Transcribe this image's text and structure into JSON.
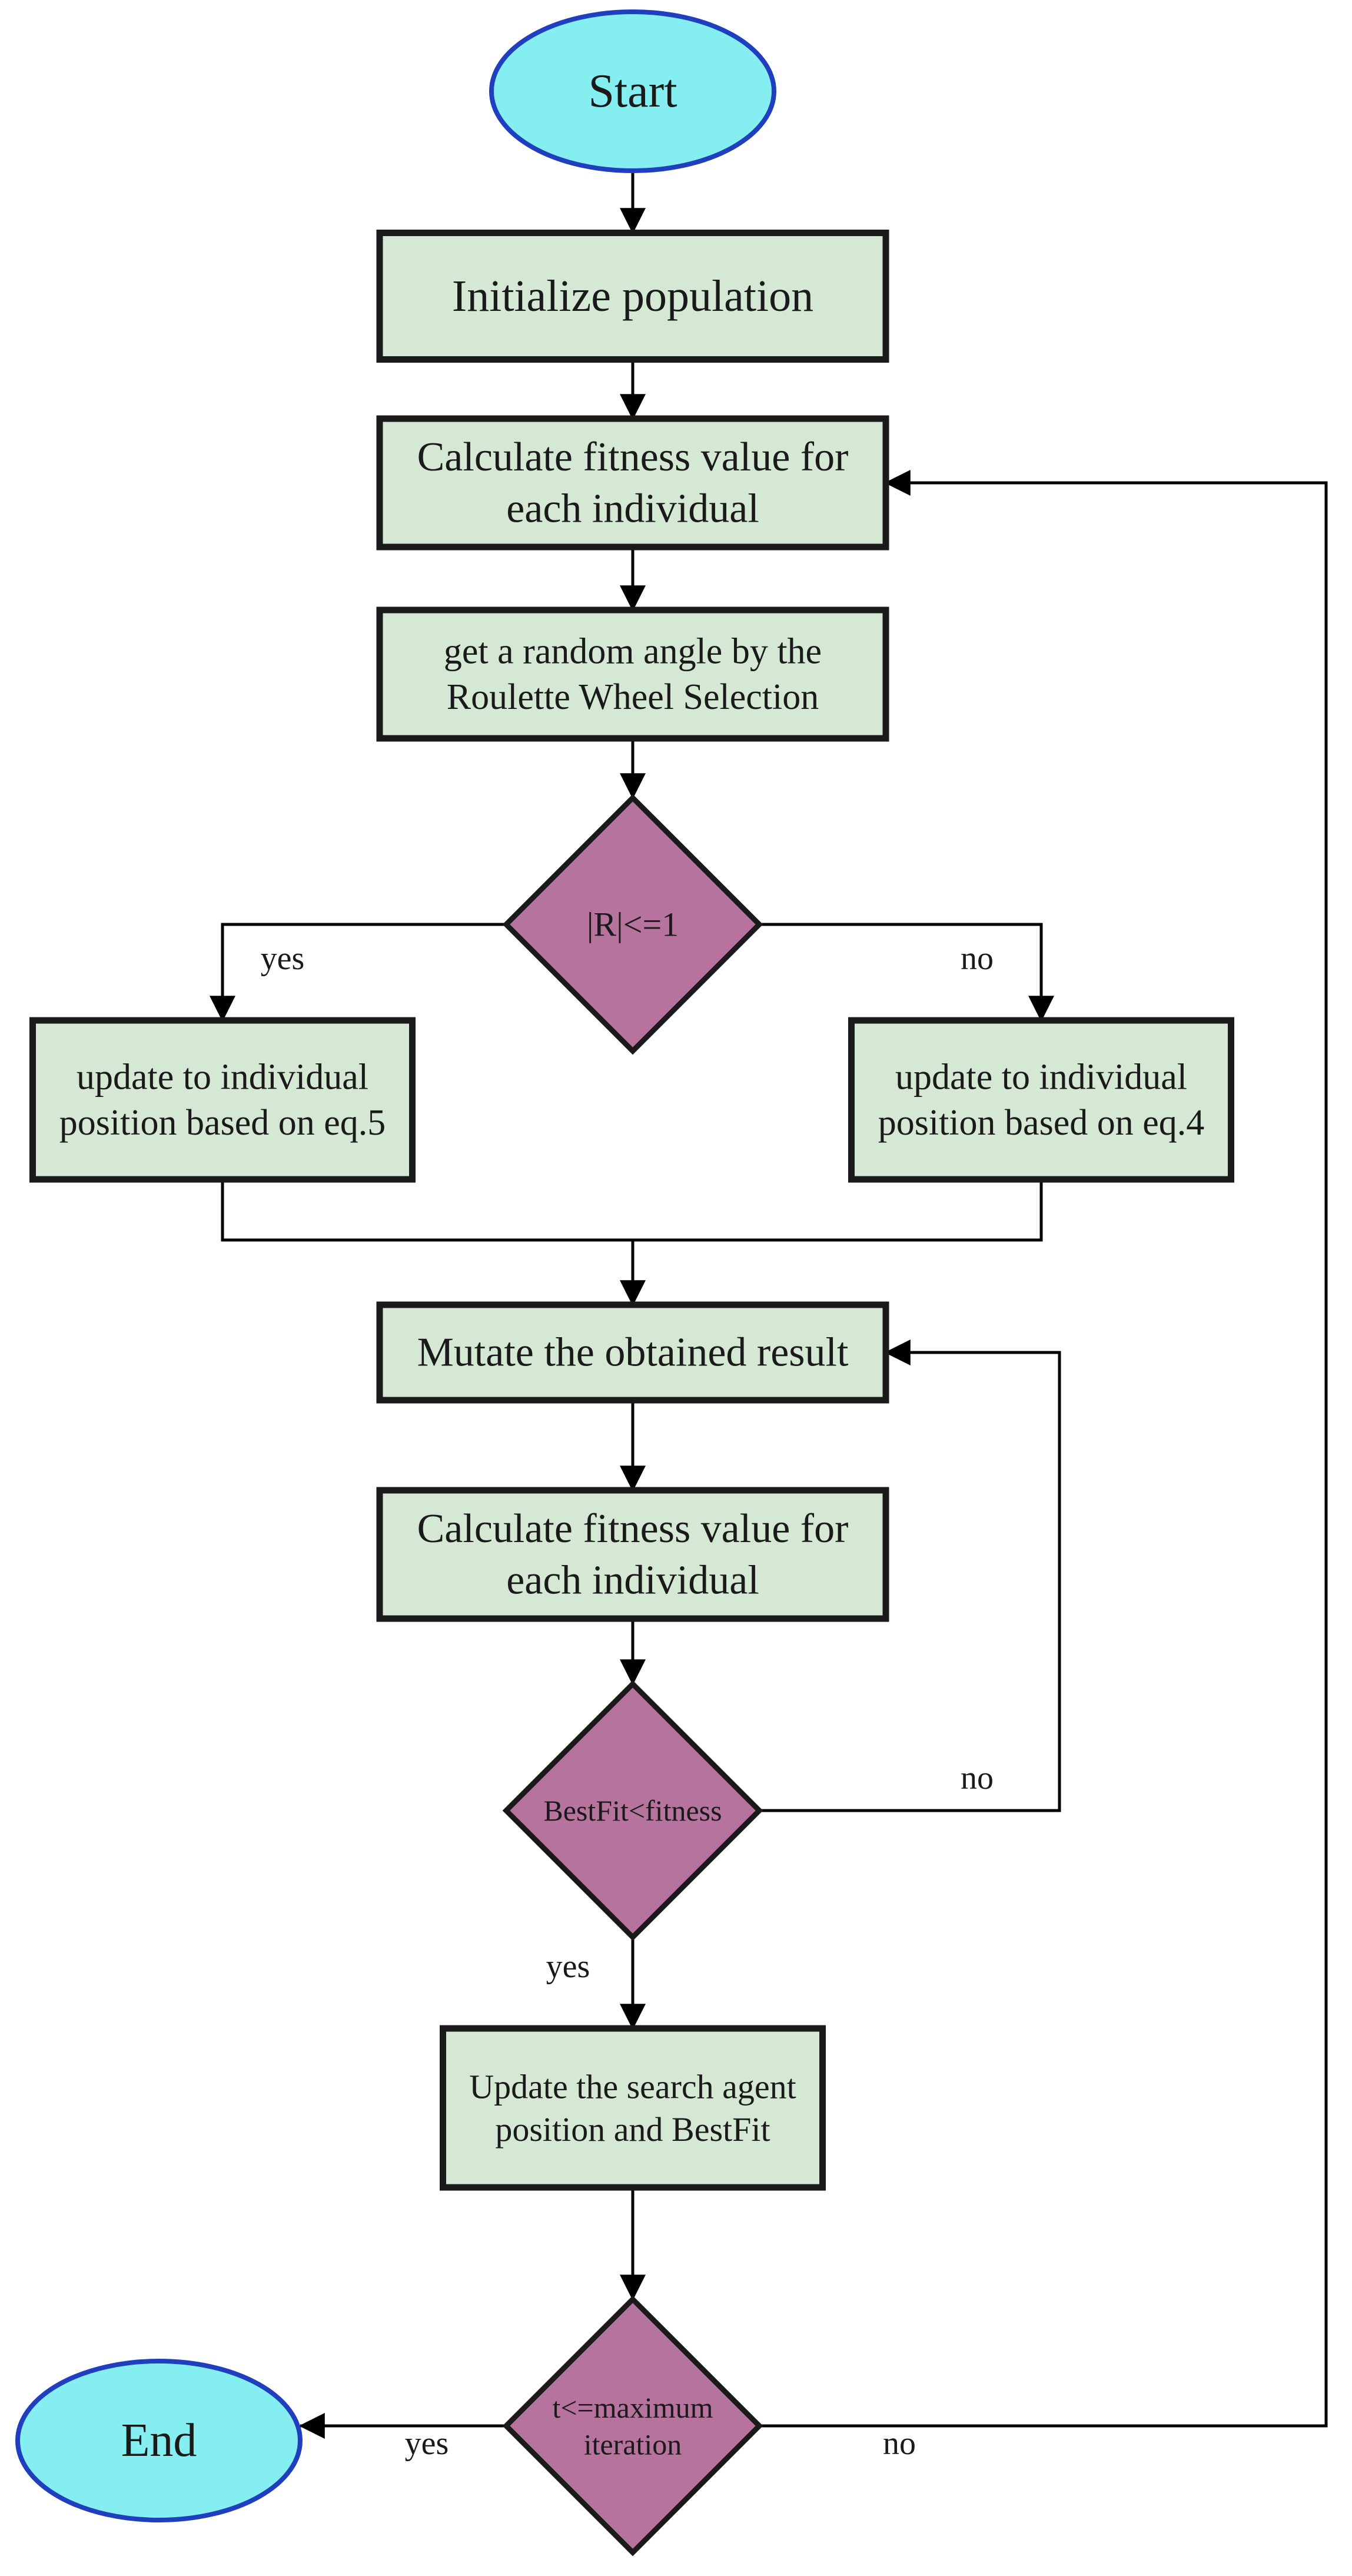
{
  "colors": {
    "terminal_fill": "#84eef0",
    "terminal_stroke": "#1f3fbf",
    "process_fill": "#d5e8d4",
    "process_stroke": "#1a1a1a",
    "decision_fill": "#b5739d",
    "decision_stroke": "#1a1a1a",
    "connector": "#000000",
    "text": "#1a1a1a"
  },
  "nodes": {
    "start": {
      "type": "terminal",
      "lines": [
        "Start"
      ]
    },
    "init": {
      "type": "process",
      "lines": [
        "Initialize population"
      ]
    },
    "calc1": {
      "type": "process",
      "lines": [
        "Calculate fitness value for",
        "each individual"
      ]
    },
    "roulette": {
      "type": "process",
      "lines": [
        "get a random angle by the",
        "Roulette Wheel Selection"
      ]
    },
    "rcheck": {
      "type": "decision",
      "lines": [
        "|R|<=1"
      ]
    },
    "eq5": {
      "type": "process",
      "lines": [
        "update to individual",
        "position based on eq.5"
      ]
    },
    "eq4": {
      "type": "process",
      "lines": [
        "update to individual",
        "position based on eq.4"
      ]
    },
    "mutate": {
      "type": "process",
      "lines": [
        "Mutate the obtained result"
      ]
    },
    "calc2": {
      "type": "process",
      "lines": [
        "Calculate fitness value for",
        "each individual"
      ]
    },
    "bestfit": {
      "type": "decision",
      "lines": [
        "BestFit<fitness"
      ]
    },
    "update": {
      "type": "process",
      "lines": [
        "Update the search agent",
        "position and BestFit"
      ]
    },
    "tcheck": {
      "type": "decision",
      "lines": [
        "t<=maximum",
        "iteration"
      ]
    },
    "end": {
      "type": "terminal",
      "lines": [
        "End"
      ]
    }
  },
  "edge_labels": {
    "rcheck_yes": "yes",
    "rcheck_no": "no",
    "bestfit_no": "no",
    "bestfit_yes": "yes",
    "tcheck_yes": "yes",
    "tcheck_no": "no"
  }
}
